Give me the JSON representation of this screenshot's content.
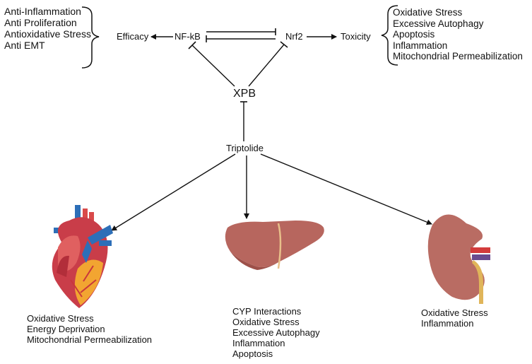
{
  "top": {
    "efficacy_list": [
      "Anti-Inflammation",
      "Anti Proliferation",
      "Antioxidative Stress",
      "Anti EMT"
    ],
    "efficacy_label": "Efficacy",
    "nfkb_label": "NF-kB",
    "nrf2_label": "Nrf2",
    "toxicity_label": "Toxicity",
    "toxicity_list": [
      "Oxidative Stress",
      "Excessive Autophagy",
      "Apoptosis",
      "Inflammation",
      "Mitochondrial Permeabilization"
    ],
    "xpb_label": "XPB"
  },
  "center": {
    "drug_label": "Triptolide"
  },
  "organs": {
    "heart": {
      "icon": "heart-icon",
      "effects": [
        "Oxidative Stress",
        "Energy Deprivation",
        "Mitochondrial Permeabilization"
      ]
    },
    "liver": {
      "icon": "liver-icon",
      "effects": [
        "CYP Interactions",
        "Oxidative Stress",
        "Excessive Autophagy",
        "Inflammation",
        "Apoptosis"
      ]
    },
    "kidney": {
      "icon": "kidney-icon",
      "effects": [
        "Oxidative Stress",
        "Inflammation"
      ]
    }
  },
  "colors": {
    "line": "#111111",
    "heart_red": "#d94a4a",
    "heart_dark": "#b22e3a",
    "vessel_blue": "#2d6fb8",
    "heart_yellow": "#f2a531",
    "liver": "#b7665e",
    "liver_shadow": "#9d5049",
    "kidney": "#b96c63",
    "ureter": "#e0b55a"
  }
}
